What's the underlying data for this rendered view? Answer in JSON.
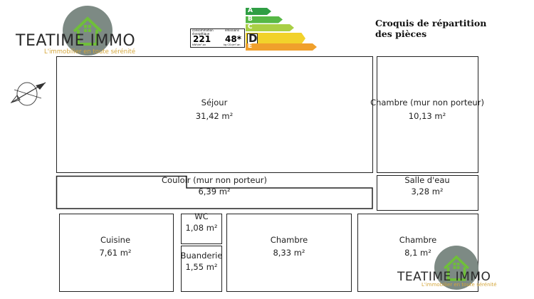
{
  "brand": {
    "name": "TEATIME IMMO",
    "tagline": "L'immobilier en toute sérénité"
  },
  "energy_label": {
    "consumption_caption": "consommation énergétique",
    "consumption_value": "221",
    "consumption_unit": "kWh/m².an",
    "emissions_caption": "émissions",
    "emissions_value": "48*",
    "emissions_unit": "kg CO₂/m².an",
    "classes": [
      "A",
      "B",
      "C",
      "D",
      "E"
    ],
    "current_class": "D",
    "class_colors": [
      "#2f9e44",
      "#57b846",
      "#a9cf45",
      "#f2d22b",
      "#f0a02c"
    ]
  },
  "plan": {
    "title": "Croquis de répartition des pièces",
    "rooms": [
      {
        "name": "Séjour",
        "area": "31,42 m²"
      },
      {
        "name": "Chambre (mur non porteur)",
        "area": "10,13 m²"
      },
      {
        "name": "Couloir (mur non porteur)",
        "area": "6,39 m²"
      },
      {
        "name": "Salle d'eau",
        "area": "3,28 m²"
      },
      {
        "name": "Cuisine",
        "area": "7,61 m²"
      },
      {
        "name": "WC",
        "area": "1,08 m²"
      },
      {
        "name": "Buanderie",
        "area": "1,55 m²"
      },
      {
        "name": "Chambre",
        "area": "8,33 m²"
      },
      {
        "name": "Chambre",
        "area": "8,1 m²"
      }
    ]
  }
}
